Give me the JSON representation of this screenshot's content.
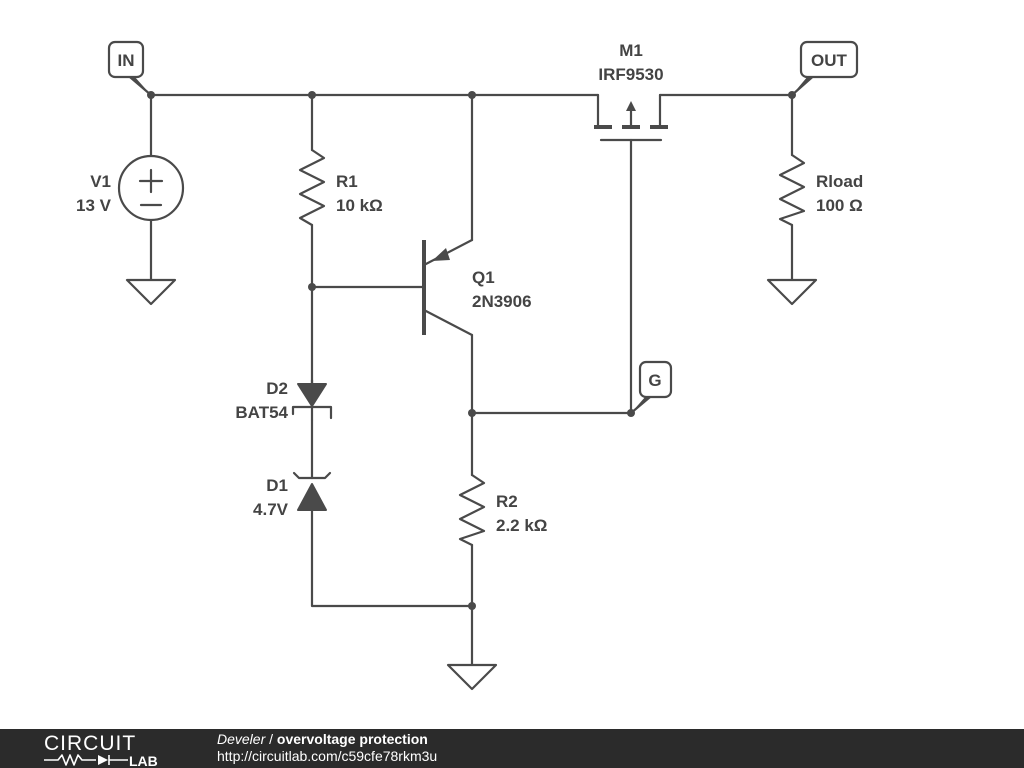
{
  "nets": {
    "in": "IN",
    "out": "OUT",
    "gate": "G"
  },
  "components": {
    "v1": {
      "ref": "V1",
      "value": "13 V"
    },
    "r1": {
      "ref": "R1",
      "value": "10 kΩ"
    },
    "q1": {
      "ref": "Q1",
      "value": "2N3906"
    },
    "m1": {
      "ref": "M1",
      "value": "IRF9530"
    },
    "rload": {
      "ref": "Rload",
      "value": "100 Ω"
    },
    "d2": {
      "ref": "D2",
      "value": "BAT54"
    },
    "d1": {
      "ref": "D1",
      "value": "4.7V"
    },
    "r2": {
      "ref": "R2",
      "value": "2.2 kΩ"
    }
  },
  "footer": {
    "logo_top": "CIRCUIT",
    "logo_bottom": "LAB",
    "author": "Develer",
    "separator": "/",
    "title": "overvoltage protection",
    "url": "http://circuitlab.com/c59cfe78rkm3u"
  },
  "colors": {
    "wire": "#4a4a4a",
    "label": "#444444",
    "footer_bg": "#2b2b2b",
    "footer_text": "#ffffff"
  }
}
